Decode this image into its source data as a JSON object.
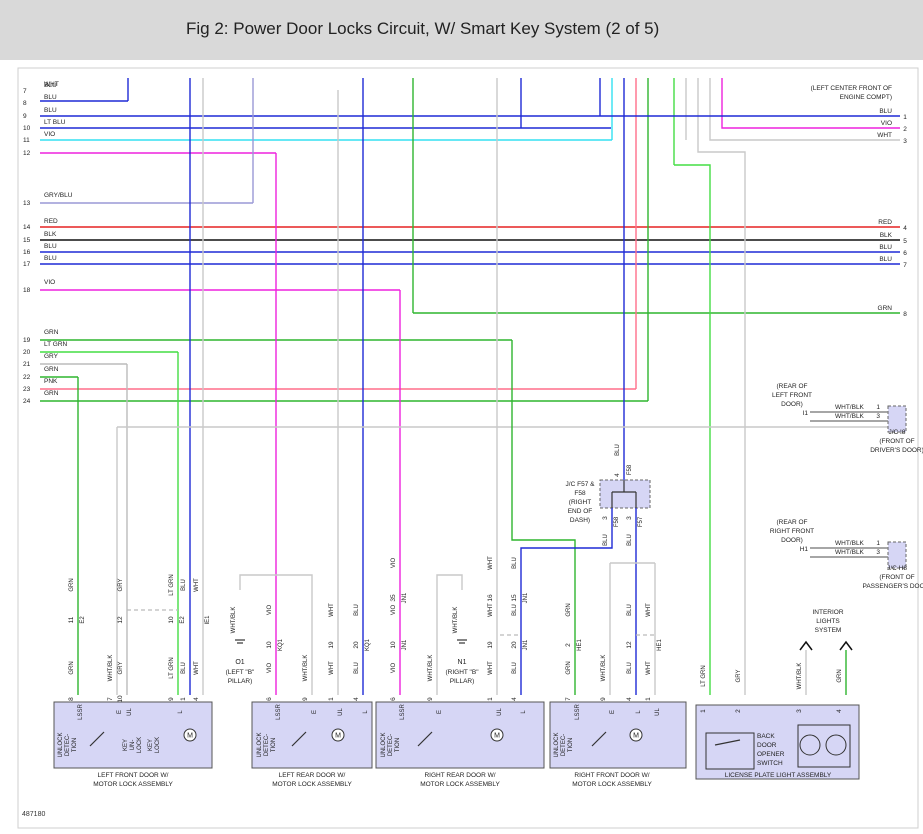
{
  "title": "Fig 2: Power Door Locks Circuit, W/ Smart Key System (2 of 5)",
  "figure_number": "487180",
  "colors": {
    "BLU": "#1f2ad6",
    "LT_BLU": "#33e0f2",
    "VIO": "#ee22dd",
    "RED": "#e52222",
    "BLK": "#111111",
    "GRY": "#bbbbbb",
    "GRY_BLU": "#9a98d6",
    "GRN": "#2fb52f",
    "LT_GRN": "#44dd44",
    "PNK": "#ff6f8a",
    "WHT": "#c9c9c9",
    "box_fill": "#d6d6f5"
  },
  "left_wires": [
    {
      "pin": "7",
      "color": "BLU"
    },
    {
      "pin": "8",
      "color": "BLU"
    },
    {
      "pin": "9",
      "color": "BLU"
    },
    {
      "pin": "10",
      "color": "LT BLU"
    },
    {
      "pin": "11",
      "color": "VIO"
    },
    {
      "pin": "12",
      "color": ""
    },
    {
      "pin": "13",
      "color": "GRY/BLU"
    },
    {
      "pin": "14",
      "color": "RED"
    },
    {
      "pin": "15",
      "color": "BLK"
    },
    {
      "pin": "16",
      "color": "BLU"
    },
    {
      "pin": "17",
      "color": "BLU"
    },
    {
      "pin": "18",
      "color": "VIO"
    },
    {
      "pin": "19",
      "color": "GRN"
    },
    {
      "pin": "20",
      "color": "LT GRN"
    },
    {
      "pin": "21",
      "color": "GRY"
    },
    {
      "pin": "22",
      "color": "GRN"
    },
    {
      "pin": "23",
      "color": "PNK"
    },
    {
      "pin": "24",
      "color": "GRN"
    }
  ],
  "top_label": "WHT",
  "right_wires": [
    {
      "pin": "1",
      "color": "BLU"
    },
    {
      "pin": "2",
      "color": "VIO"
    },
    {
      "pin": "3",
      "color": "WHT"
    },
    {
      "pin": "4",
      "color": "RED"
    },
    {
      "pin": "5",
      "color": "BLK"
    },
    {
      "pin": "6",
      "color": "BLU"
    },
    {
      "pin": "7",
      "color": "BLU"
    },
    {
      "pin": "8",
      "color": "GRN"
    }
  ],
  "engine_comp_label": [
    "(LEFT CENTER FRONT OF",
    "ENGINE COMPT)"
  ],
  "jc_i8": {
    "rear_label": [
      "(REAR OF",
      "LEFT FRONT",
      "DOOR)"
    ],
    "conn": "I1",
    "wires": [
      {
        "color": "WHT/BLK",
        "pin": "1"
      },
      {
        "color": "WHT/BLK",
        "pin": "3"
      }
    ],
    "name": [
      "J/C I8",
      "(FRONT OF",
      "DRIVER'S DOOR)"
    ]
  },
  "jc_h8": {
    "rear_label": [
      "(REAR OF",
      "RIGHT FRONT",
      "DOOR)"
    ],
    "conn": "H1",
    "wires": [
      {
        "color": "WHT/BLK",
        "pin": "1"
      },
      {
        "color": "WHT/BLK",
        "pin": "3"
      }
    ],
    "name": [
      "J/C H8",
      "(FRONT OF",
      "PASSENGER'S DOOR)"
    ]
  },
  "jc_f57": {
    "name": [
      "J/C F57 &",
      "F58",
      "(RIGHT",
      "END OF",
      "DASH)"
    ],
    "top_pin": "4",
    "top_conn": "F58",
    "top_color": "BLU",
    "pins": [
      {
        "pin": "3",
        "conn": "F58",
        "color": "BLU"
      },
      {
        "pin": "3",
        "conn": "F57",
        "color": "BLU"
      }
    ]
  },
  "ground_o1": {
    "name": "O1",
    "label": [
      "(LEFT \"B\"",
      "PILLAR)"
    ],
    "wire": "WHT/BLK"
  },
  "ground_n1": {
    "name": "N1",
    "label": [
      "(RIGHT \"B\"",
      "PILLAR)"
    ],
    "wire": "WHT/BLK"
  },
  "interior_lights": [
    "INTERIOR",
    "LIGHTS",
    "SYSTEM"
  ],
  "assemblies": [
    {
      "name": [
        "LEFT FRONT DOOR W/",
        "MOTOR LOCK ASSEMBLY"
      ]
    },
    {
      "name": [
        "LEFT REAR DOOR W/",
        "MOTOR LOCK ASSEMBLY"
      ]
    },
    {
      "name": [
        "RIGHT REAR DOOR W/",
        "MOTOR LOCK ASSEMBLY"
      ]
    },
    {
      "name": [
        "RIGHT FRONT DOOR W/",
        "MOTOR LOCK ASSEMBLY"
      ]
    },
    {
      "name": [
        "LICENSE PLATE LIGHT ASSEMBLY"
      ]
    }
  ],
  "lf_connectors": [
    {
      "pin": "11",
      "conn": "E2",
      "color": "GRN"
    },
    {
      "pin": "12",
      "conn": "",
      "color": "GRY"
    },
    {
      "pin": "10",
      "conn": "E2",
      "color": "LT GRN"
    },
    {
      "pin": "",
      "conn": "",
      "color": "BLU"
    },
    {
      "pin": "",
      "conn": "IE1",
      "color": "WHT"
    }
  ],
  "lf_pins": [
    {
      "pin": "8",
      "label": "LSSR",
      "wire": "GRN"
    },
    {
      "pin": "7",
      "label": "E",
      "wire": "WHT/BLK"
    },
    {
      "pin": "10",
      "label": "UL",
      "wire": "GRY"
    },
    {
      "pin": "9",
      "label": "L",
      "wire": "LT GRN"
    },
    {
      "pin": "1",
      "label": "",
      "wire": "BLU"
    },
    {
      "pin": "4",
      "label": "",
      "wire": "WHT"
    }
  ],
  "lf_labels": [
    "UNLOCK",
    "DETEC-",
    "TION",
    "KEY",
    "UN-",
    "LOCK",
    "KEY",
    "LOCK"
  ],
  "lr_connectors": [
    {
      "pin": "10",
      "conn": "KQ1",
      "color": "VIO"
    },
    {
      "pin": "19",
      "conn": "",
      "color": "WHT"
    },
    {
      "pin": "20",
      "conn": "KQ1",
      "color": "BLU"
    }
  ],
  "lr_pins": [
    {
      "pin": "6",
      "label": "LSSR",
      "wire": "VIO"
    },
    {
      "pin": "9",
      "label": "E",
      "wire": "WHT/BLK"
    },
    {
      "pin": "1",
      "label": "UL",
      "wire": "WHT"
    },
    {
      "pin": "4",
      "label": "L",
      "wire": "BLU"
    }
  ],
  "rr_connectors": [
    {
      "pin": "35",
      "conn": "JN1",
      "color": "VIO"
    },
    {
      "pin": "16",
      "conn": "",
      "color": "WHT"
    },
    {
      "pin": "15",
      "conn": "JN1",
      "color": "BLU"
    }
  ],
  "rr_connectors2": [
    {
      "pin": "10",
      "conn": "JN1",
      "color": "VIO"
    },
    {
      "pin": "19",
      "conn": "",
      "color": "WHT"
    },
    {
      "pin": "20",
      "conn": "JN1",
      "color": "BLU"
    }
  ],
  "rr_pins": [
    {
      "pin": "6",
      "label": "LSSR",
      "wire": "VIO"
    },
    {
      "pin": "9",
      "label": "E",
      "wire": "WHT/BLK"
    },
    {
      "pin": "1",
      "label": "UL",
      "wire": "WHT"
    },
    {
      "pin": "4",
      "label": "L",
      "wire": "BLU"
    }
  ],
  "rf_connectors": [
    {
      "pin": "2",
      "conn": "HE1",
      "color": "GRN"
    },
    {
      "pin": "12",
      "conn": "",
      "color": "BLU"
    },
    {
      "pin": "",
      "conn": "HE1",
      "color": "WHT"
    }
  ],
  "rf_pins": [
    {
      "pin": "7",
      "label": "LSSR",
      "wire": "GRN"
    },
    {
      "pin": "9",
      "label": "E",
      "wire": "WHT/BLK"
    },
    {
      "pin": "4",
      "label": "L",
      "wire": "BLU"
    },
    {
      "pin": "1",
      "label": "UL",
      "wire": "WHT"
    }
  ],
  "unlock_detect": [
    "UNLOCK",
    "DETEC-",
    "TION"
  ],
  "lp_pins": [
    {
      "pin": "1",
      "wire": "LT GRN"
    },
    {
      "pin": "2",
      "wire": "GRY"
    },
    {
      "pin": "3",
      "wire": "WHT/BLK"
    },
    {
      "pin": "4",
      "wire": "GRN"
    }
  ],
  "lp_switch": [
    "BACK",
    "DOOR",
    "OPENER",
    "SWITCH"
  ],
  "motor": "M"
}
